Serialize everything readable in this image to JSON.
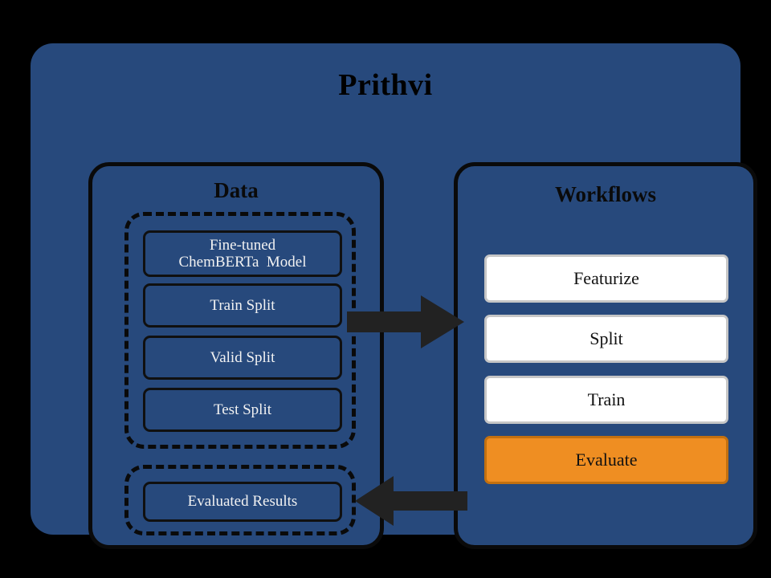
{
  "diagram": {
    "background_color": "#000000",
    "panel_color": "#27497c",
    "accent_color": "#ef8e22",
    "title": "Prithvi",
    "sections": {
      "data": {
        "title": "Data",
        "group_splits": {
          "items": [
            {
              "label": "Fine-tuned\nChemBERTa  Model"
            },
            {
              "label": "Train Split"
            },
            {
              "label": "Valid Split"
            },
            {
              "label": "Test Split"
            }
          ]
        },
        "group_results": {
          "items": [
            {
              "label": "Evaluated Results"
            }
          ]
        }
      },
      "workflows": {
        "title": "Workflows",
        "steps": [
          {
            "label": "Featurize",
            "state": "default"
          },
          {
            "label": "Split",
            "state": "default"
          },
          {
            "label": "Train",
            "state": "default"
          },
          {
            "label": "Evaluate",
            "state": "active"
          }
        ]
      }
    },
    "connectors": [
      {
        "name": "data-to-workflows",
        "direction": "right"
      },
      {
        "name": "workflows-to-data",
        "direction": "left"
      }
    ]
  }
}
